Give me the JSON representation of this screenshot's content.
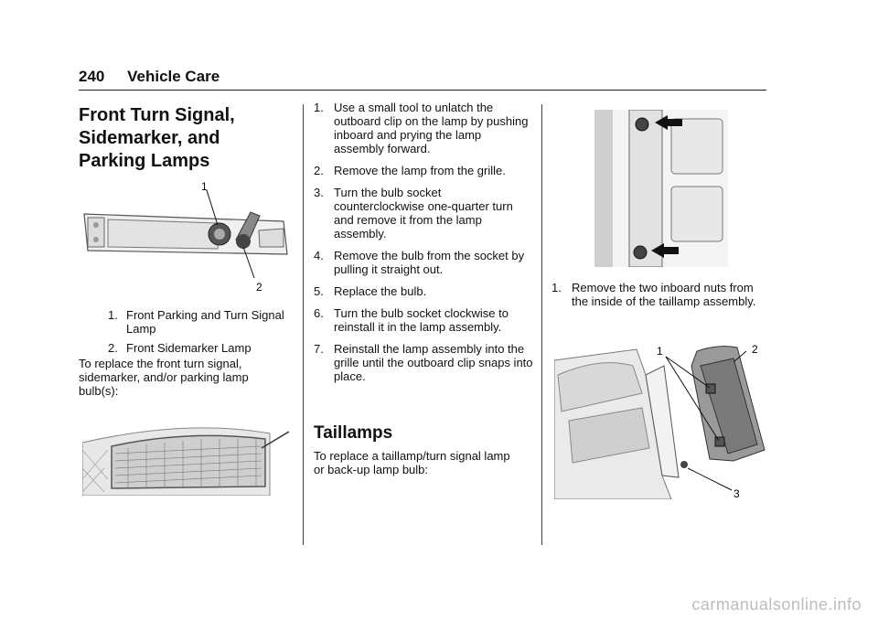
{
  "header": {
    "page_number": "240",
    "section_title": "Vehicle Care"
  },
  "col1": {
    "title": "Front Turn Signal, Sidemarker, and Parking Lamps",
    "figure1": {
      "callouts": [
        "1",
        "2"
      ]
    },
    "legend": [
      {
        "num": "1.",
        "text": "Front Parking and Turn Signal Lamp"
      },
      {
        "num": "2.",
        "text": "Front Sidemarker Lamp"
      }
    ],
    "intro": "To replace the front turn signal, sidemarker, and/or parking lamp bulb(s):"
  },
  "col2": {
    "steps": [
      {
        "num": "1.",
        "text": "Use a small tool to unlatch the outboard clip on the lamp by pushing inboard and prying the lamp assembly forward."
      },
      {
        "num": "2.",
        "text": "Remove the lamp from the grille."
      },
      {
        "num": "3.",
        "text": "Turn the bulb socket counterclockwise one-quarter turn and remove it from the lamp assembly."
      },
      {
        "num": "4.",
        "text": "Remove the bulb from the socket by pulling it straight out."
      },
      {
        "num": "5.",
        "text": "Replace the bulb."
      },
      {
        "num": "6.",
        "text": "Turn the bulb socket clockwise to reinstall it in the lamp assembly."
      },
      {
        "num": "7.",
        "text": "Reinstall the lamp assembly into the grille until the outboard clip snaps into place."
      }
    ],
    "taillamps_title": "Taillamps",
    "taillamps_intro": "To replace a taillamp/turn signal lamp or back-up lamp bulb:"
  },
  "col3": {
    "steps": [
      {
        "num": "1.",
        "text": "Remove the two inboard nuts from the inside of the taillamp assembly."
      }
    ],
    "figure4": {
      "callouts": [
        "1",
        "2",
        "3"
      ]
    }
  },
  "footer": {
    "watermark": "carmanualsonline.info"
  }
}
